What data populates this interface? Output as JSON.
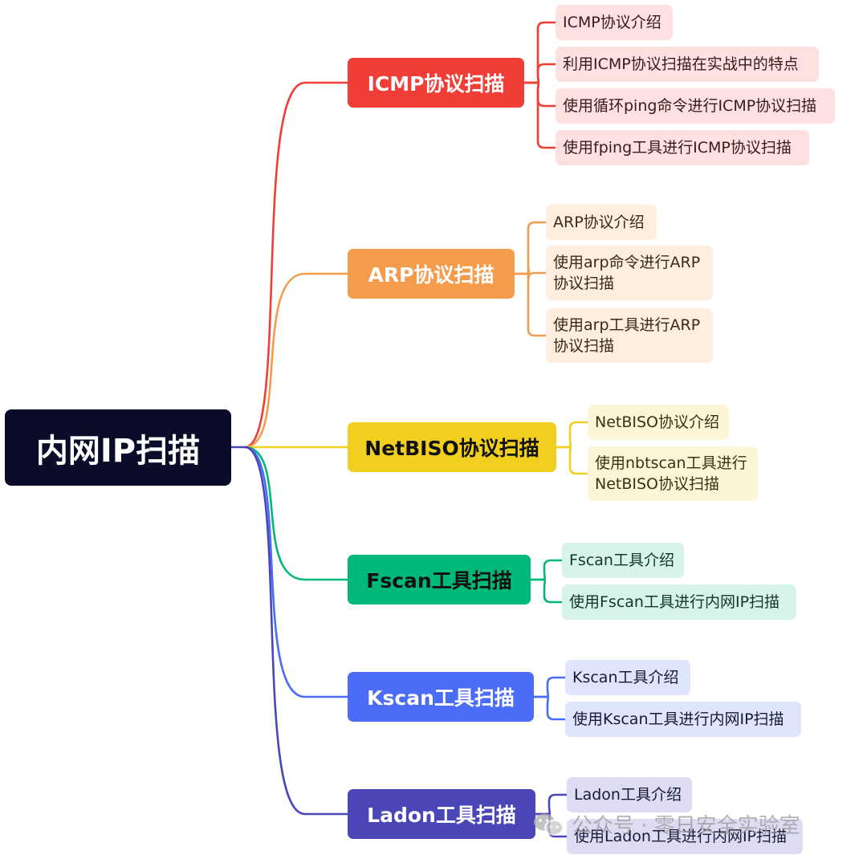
{
  "root": {
    "label": "内网IP扫描",
    "color": "#0b0b2a"
  },
  "branches": [
    {
      "label": "ICMP协议扫描",
      "color": "#f03e36",
      "leaf_bg": "#fde0df",
      "leaf_text": "#3a1a1a",
      "leaves": [
        "ICMP协议介绍",
        "利用ICMP协议扫描在实战中的特点",
        "使用循环ping命令进行ICMP协议扫描",
        "使用fping工具进行ICMP协议扫描"
      ]
    },
    {
      "label": "ARP协议扫描",
      "color": "#f49b4c",
      "leaf_bg": "#fdeee0",
      "leaf_text": "#3a2a1a",
      "leaves": [
        "ARP协议介绍",
        "使用arp命令进行ARP\n协议扫描",
        "使用arp工具进行ARP\n协议扫描"
      ]
    },
    {
      "label": "NetBISO协议扫描",
      "color": "#f1cf1f",
      "text_color": "#111111",
      "leaf_bg": "#fdf6d6",
      "leaf_text": "#3a3210",
      "leaves": [
        "NetBISO协议介绍",
        "使用nbtscan工具进行\nNetBISO协议扫描"
      ]
    },
    {
      "label": "Fscan工具扫描",
      "color": "#00b87a",
      "text_color": "#111111",
      "leaf_bg": "#d8f3e8",
      "leaf_text": "#10382a",
      "leaves": [
        "Fscan工具介绍",
        "使用Fscan工具进行内网IP扫描"
      ]
    },
    {
      "label": "Kscan工具扫描",
      "color": "#4a6cf7",
      "leaf_bg": "#dfe5fb",
      "leaf_text": "#141a3a",
      "leaves": [
        "Kscan工具介绍",
        "使用Kscan工具进行内网IP扫描"
      ]
    },
    {
      "label": "Ladon工具扫描",
      "color": "#4a46b8",
      "leaf_bg": "#dedcf2",
      "leaf_text": "#1a1838",
      "leaves": [
        "Ladon工具介绍",
        "使用Ladon工具进行内网IP扫描"
      ]
    }
  ],
  "watermark": {
    "text": "公众号 · 零日安全实验室",
    "icon": "wechat-icon"
  }
}
